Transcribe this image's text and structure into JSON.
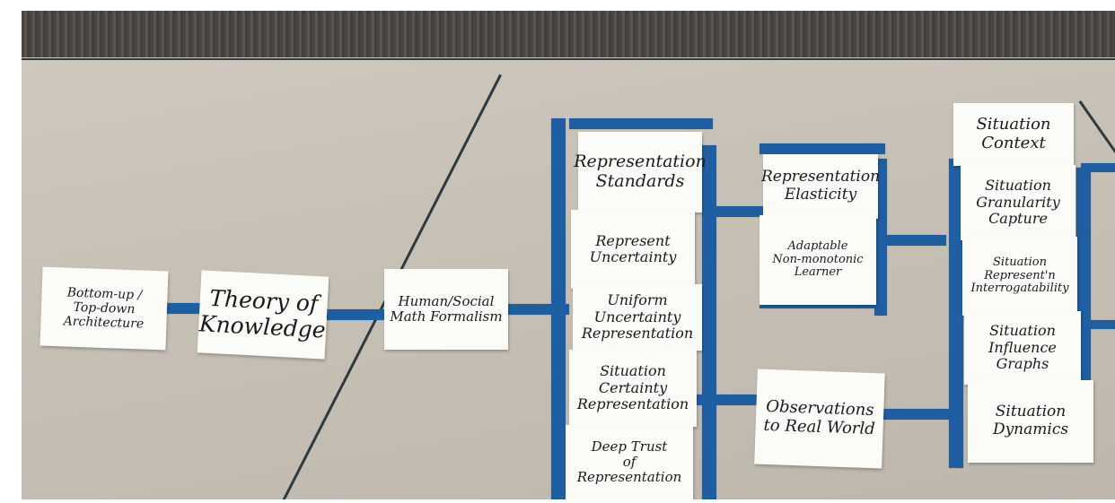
{
  "cards": {
    "bottom_up": "Bottom-up /\nTop-down\nArchitecture",
    "theory": "Theory of\nKnowledge",
    "human_social": "Human/Social\nMath Formalism",
    "rep_standards": "Representation\nStandards",
    "represent_uncertainty": "Represent\nUncertainty",
    "uniform_uncertainty": "Uniform\nUncertainty\nRepresentation",
    "situation_certainty": "Situation\nCertainty\nRepresentation",
    "deep_trust": "Deep Trust\nof\nRepresentation",
    "rep_elasticity": "Representation\nElasticity",
    "adaptable": "Adaptable\nNon-monotonic\nLearner",
    "observations": "Observations\nto Real World",
    "situation_context": "Situation\nContext",
    "situation_granularity": "Situation\nGranularity\nCapture",
    "situation_representation": "Situation\nRepresent'n\nInterrogatability",
    "situation_influence": "Situation\nInfluence\nGraphs",
    "situation_dynamics": "Situation\nDynamics"
  }
}
